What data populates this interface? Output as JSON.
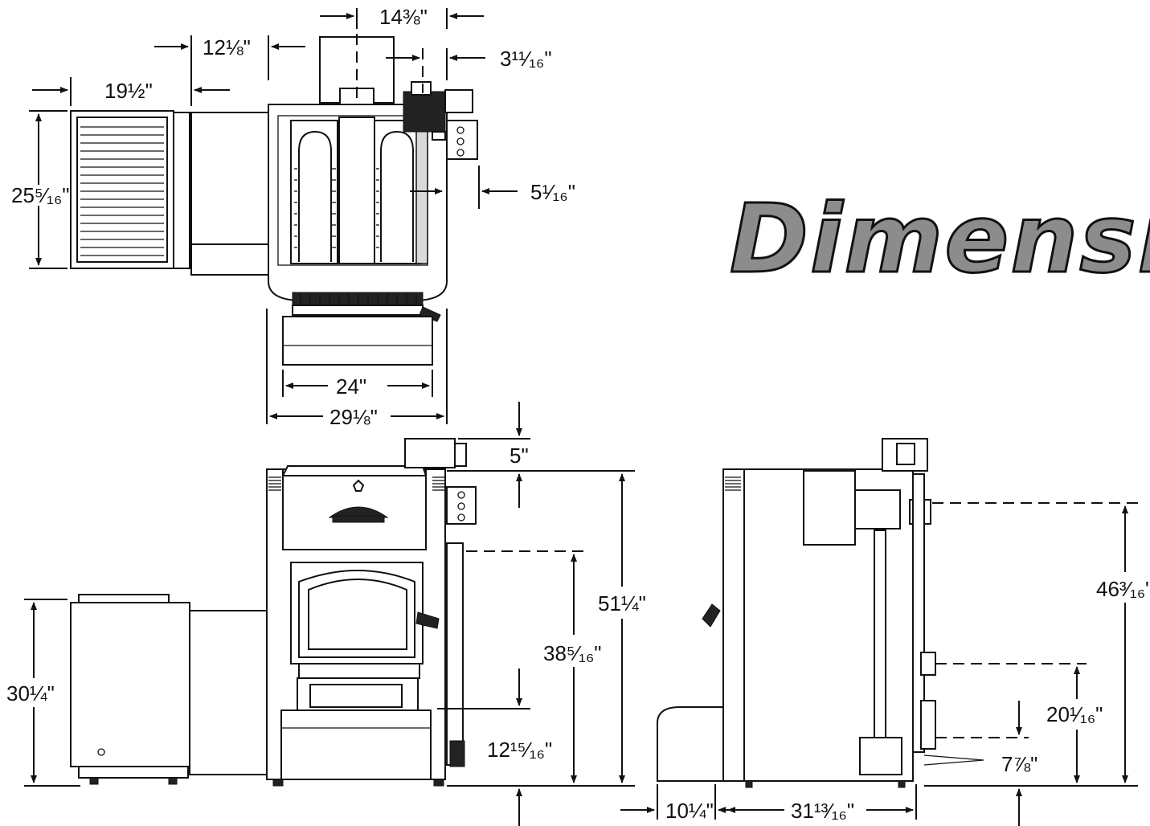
{
  "title": "Dimension",
  "dims": {
    "flue_spacing": "14⅜\"",
    "side_to_flue": "12⅛\"",
    "control_offset": "3¹¹⁄₁₆\"",
    "plenum_width": "19½\"",
    "plenum_depth": "25⁵⁄₁₆\"",
    "control_depth": "5¹⁄₁₆\"",
    "base_width": "24\"",
    "overall_width": "29⅛\"",
    "top_clearance": "5\"",
    "overall_height": "51¼\"",
    "door_height": "38⁵⁄₁₆\"",
    "base_height": "12¹⁵⁄₁₆\"",
    "plenum_height": "30¼\"",
    "flue_height": "46³⁄₁₆\"",
    "duct_height": "20¹⁄₁₆\"",
    "outlet_height": "7⅞\"",
    "front_ext": "10¼\"",
    "cabinet_depth": "31¹³⁄₁₆\""
  }
}
